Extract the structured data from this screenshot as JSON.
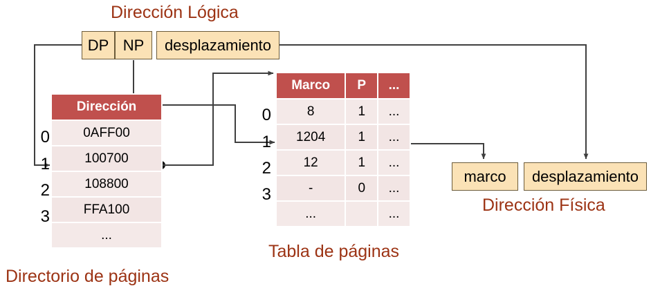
{
  "labels": {
    "logical_address": "Dirección Lógica",
    "physical_address": "Dirección Física",
    "page_directory": "Directorio de páginas",
    "page_table": "Tabla de páginas"
  },
  "logical_address_fields": {
    "dp": "DP",
    "np": "NP",
    "offset": "desplazamiento"
  },
  "physical_address_fields": {
    "frame": "marco",
    "offset": "desplazamiento"
  },
  "page_directory": {
    "header": [
      "Dirección"
    ],
    "indices": [
      "0",
      "1",
      "2",
      "3"
    ],
    "rows": [
      [
        "0AFF00"
      ],
      [
        "100700"
      ],
      [
        "108800"
      ],
      [
        "FFA100"
      ],
      [
        "..."
      ]
    ],
    "selected_index": "1"
  },
  "page_table": {
    "header": [
      "Marco",
      "P",
      "..."
    ],
    "indices": [
      "0",
      "1",
      "2",
      "3"
    ],
    "rows": [
      [
        "8",
        "1",
        "..."
      ],
      [
        "1204",
        "1",
        "..."
      ],
      [
        "12",
        "1",
        "..."
      ],
      [
        "-",
        "0",
        "..."
      ],
      [
        "...",
        "",
        "..."
      ]
    ],
    "selected_index": "1"
  },
  "colors": {
    "caption": "#9C3314",
    "table_header_bg": "#C0504D",
    "table_header_text": "#FFFFFF",
    "table_row_bg": "#F4E9E8",
    "addrbox_bg": "#FBE2B6",
    "wire": "#3F3F3F"
  }
}
